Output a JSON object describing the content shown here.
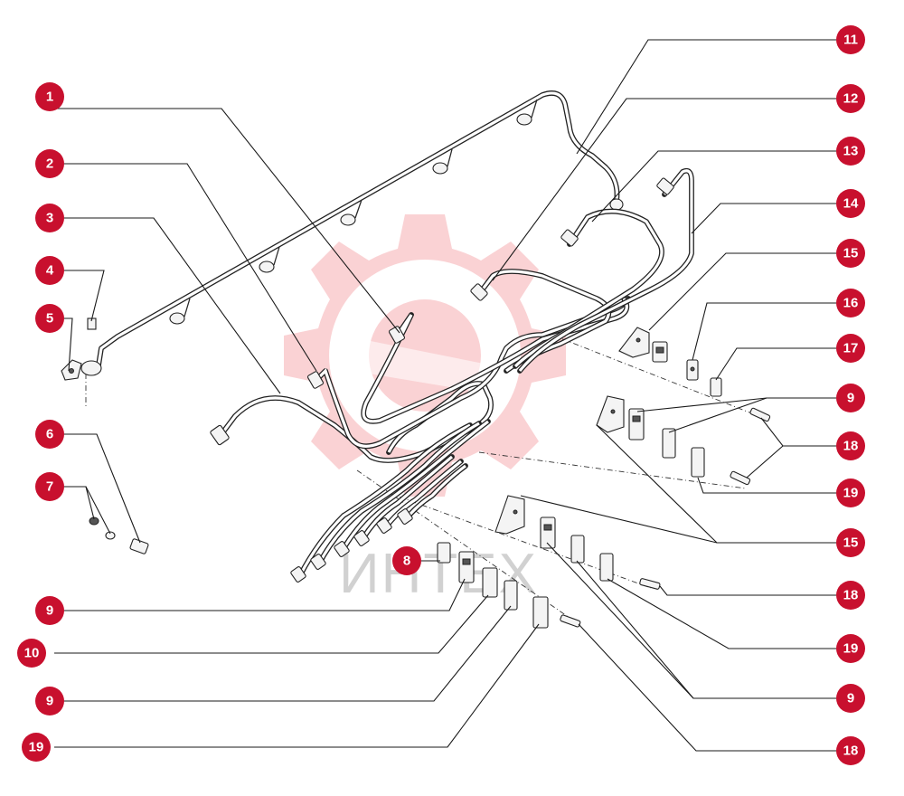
{
  "watermark": {
    "text": "ИНТЕХ",
    "color": "#e8303a"
  },
  "badge_color": "#c8102e",
  "callouts": [
    {
      "id": "c1",
      "label": "1"
    },
    {
      "id": "c2",
      "label": "2"
    },
    {
      "id": "c3",
      "label": "3"
    },
    {
      "id": "c4",
      "label": "4"
    },
    {
      "id": "c5",
      "label": "5"
    },
    {
      "id": "c6",
      "label": "6"
    },
    {
      "id": "c7",
      "label": "7"
    },
    {
      "id": "c8",
      "label": "8"
    },
    {
      "id": "c9a",
      "label": "9"
    },
    {
      "id": "c10",
      "label": "10"
    },
    {
      "id": "c9b",
      "label": "9"
    },
    {
      "id": "c19a",
      "label": "19"
    },
    {
      "id": "c11",
      "label": "11"
    },
    {
      "id": "c12",
      "label": "12"
    },
    {
      "id": "c13",
      "label": "13"
    },
    {
      "id": "c14",
      "label": "14"
    },
    {
      "id": "c15a",
      "label": "15"
    },
    {
      "id": "c16",
      "label": "16"
    },
    {
      "id": "c17",
      "label": "17"
    },
    {
      "id": "c9c",
      "label": "9"
    },
    {
      "id": "c18a",
      "label": "18"
    },
    {
      "id": "c19b",
      "label": "19"
    },
    {
      "id": "c15b",
      "label": "15"
    },
    {
      "id": "c18b",
      "label": "18"
    },
    {
      "id": "c19c",
      "label": "19"
    },
    {
      "id": "c9d",
      "label": "9"
    },
    {
      "id": "c18c",
      "label": "18"
    }
  ]
}
